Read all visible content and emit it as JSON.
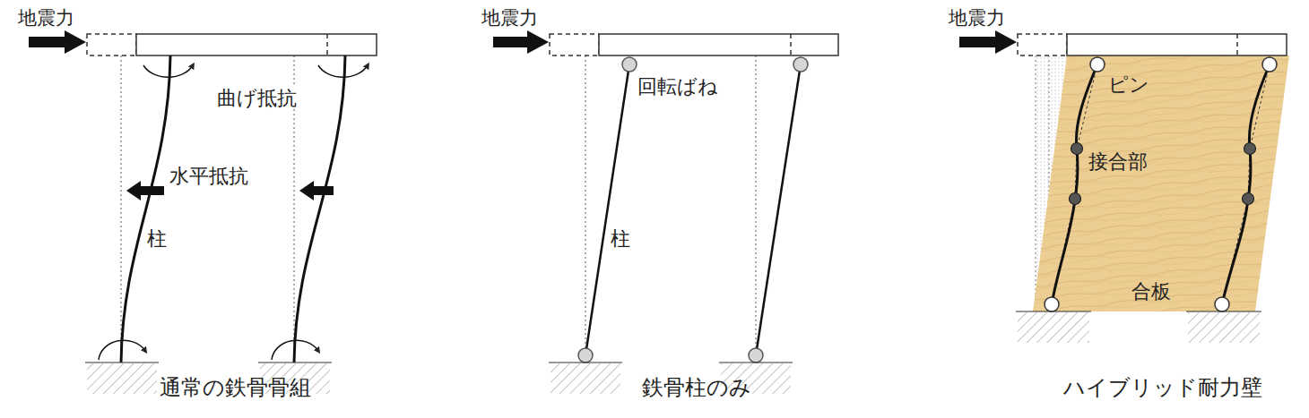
{
  "diagram": {
    "labels": [
      "地震力",
      "曲げ抵抗",
      "水平抵抗",
      "柱",
      "通常の鉄骨骨組",
      "地震力",
      "回転ばね",
      "柱",
      "鉄骨柱のみ",
      "地震力",
      "ピン",
      "接合部",
      "合板",
      "ハイブリッド耐力壁"
    ]
  }
}
